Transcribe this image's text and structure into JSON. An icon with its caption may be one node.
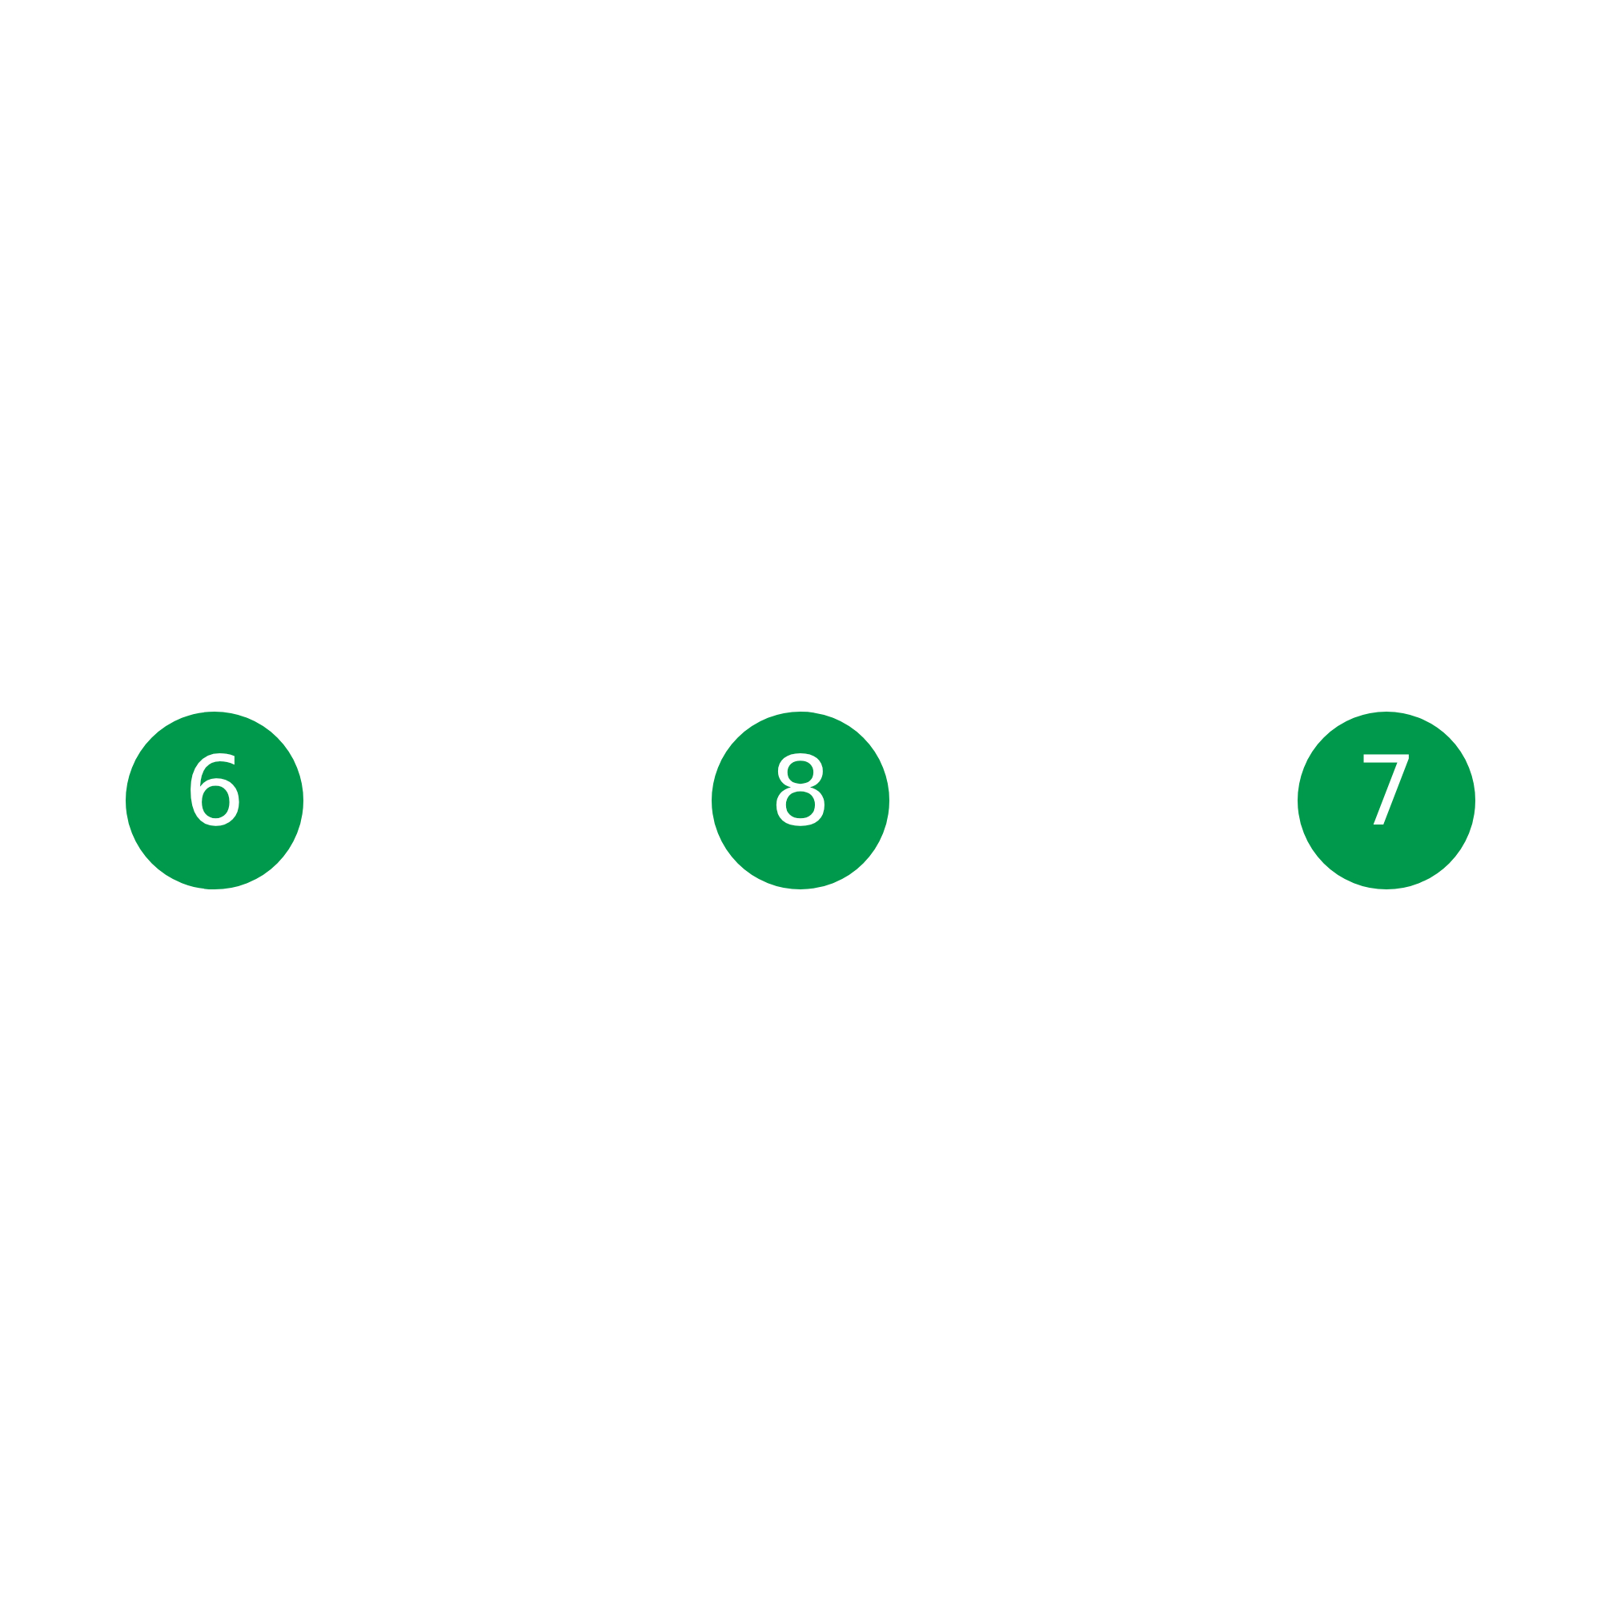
{
  "diagram": {
    "nodes": [
      {
        "text": [
          "6"
        ]
      },
      {
        "text": [
          "8"
        ]
      },
      {
        "text": [
          "7"
        ]
      }
    ]
  }
}
